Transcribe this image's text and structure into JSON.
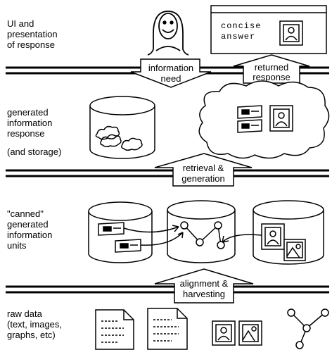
{
  "layers": {
    "presentation": {
      "label": "UI and\npresentation\nof response"
    },
    "generated": {
      "label": "generated\ninformation\nresponse",
      "note": "(and storage)"
    },
    "canned": {
      "label": "\"canned\"\ngenerated\ninformation\nunits"
    },
    "raw": {
      "label": "raw data\n(text, images,\ngraphs, etc)"
    }
  },
  "arrows": {
    "information_need": {
      "line1": "information",
      "line2": "need",
      "direction": "down"
    },
    "returned_response": {
      "line1": "returned",
      "line2": "response",
      "direction": "up"
    },
    "retrieval_generation": {
      "line1": "retrieval &",
      "line2": "generation",
      "direction": "up"
    },
    "alignment_harvesting": {
      "line1": "alignment &",
      "line2": "harvesting",
      "direction": "up"
    }
  },
  "answer_window": {
    "line1": "concise",
    "line2": "answer"
  },
  "icons": {
    "user": "user-icon",
    "answer_window": "answer-window-icon",
    "generated_store": "cylinder-cloud-icon",
    "response_cloud": "response-cloud-icon",
    "canned_text_store": "cylinder-text-cards-icon",
    "canned_graph_store": "cylinder-graph-icon",
    "canned_image_store": "cylinder-images-icon",
    "raw_docs": "document-icon",
    "raw_images": "picture-icon",
    "raw_graph": "graph-icon"
  }
}
